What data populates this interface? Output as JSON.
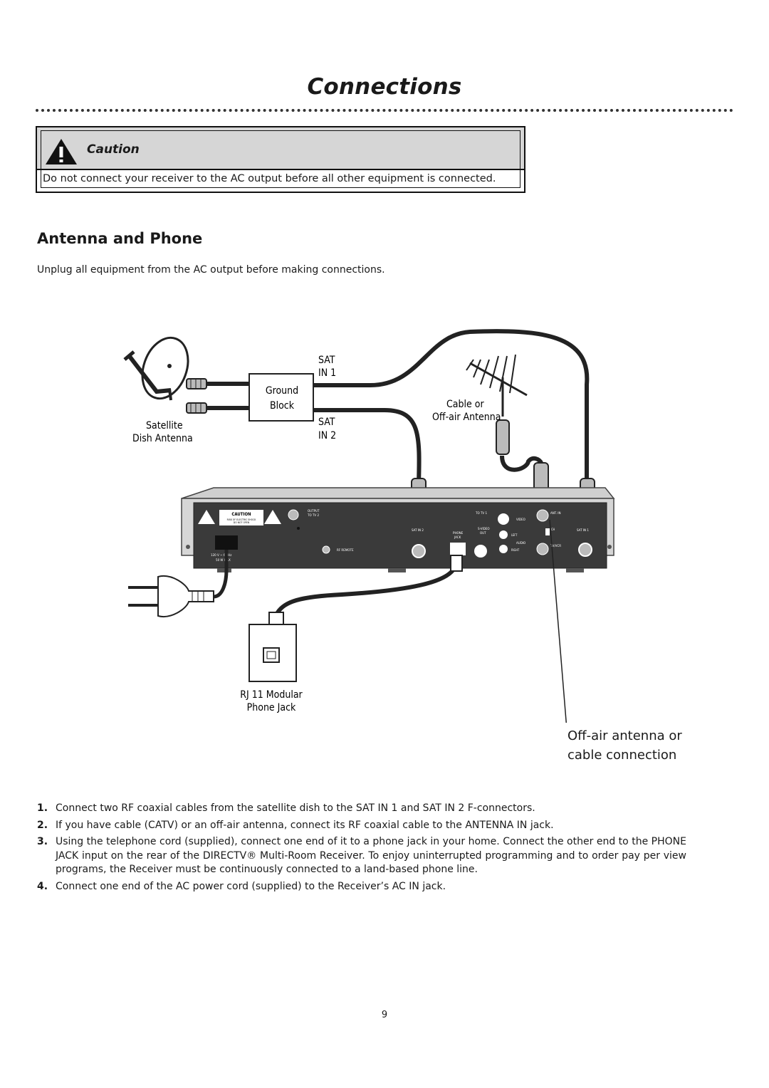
{
  "page": {
    "title": "Connections",
    "number": "9"
  },
  "caution": {
    "label": "Caution",
    "text": "Do not connect your receiver to the AC output before all other equipment is connected.",
    "icon": "warning-triangle-icon"
  },
  "section": {
    "heading": "Antenna and Phone",
    "intro": "Unplug all equipment from the AC output before making connections."
  },
  "diagram": {
    "sat_in_1": "SAT",
    "sat_in_1b": "IN 1",
    "sat_in_2": "SAT",
    "sat_in_2b": "IN 2",
    "ground_block_1": "Ground",
    "ground_block_2": "Block",
    "dish_1": "Satellite",
    "dish_2": "Dish Antenna",
    "antenna_1": "Cable or",
    "antenna_2": "Off-air Antenna",
    "phonejack_1": "RJ 11 Modular",
    "phonejack_2": "Phone Jack",
    "panel": {
      "caution": "CAUTION",
      "caution_sub1": "RISK OF ELECTRIC SHOCK",
      "caution_sub2": "DO NOT OPEN",
      "output": "OUTPUT",
      "output_sub": "TO TV 2",
      "rf_remote": "RF REMOTE",
      "power_1": "120 V ~ 60 Hz",
      "power_2": "50 W MAX",
      "sat_in_2": "SAT IN 2",
      "phone_jack_1": "PHONE",
      "phone_jack_2": "JACK",
      "to_tv_1": "TO TV 1",
      "video": "VIDEO",
      "s_video_1": "S-VIDEO",
      "s_video_2": "OUT",
      "left": "LEFT",
      "audio": "AUDIO",
      "right": "RIGHT",
      "ant_in": "ANT. IN",
      "ch": "CH",
      "tv_vcr": "TV/VCR",
      "sat_in_1": "SAT IN 1"
    }
  },
  "callout": {
    "line1": "Off-air antenna or",
    "line2": "cable connection"
  },
  "steps": [
    {
      "num": "1.",
      "text": "Connect two RF coaxial cables from the satellite dish to the SAT IN 1 and SAT IN 2 F-connectors."
    },
    {
      "num": "2.",
      "text": "If you have cable (CATV) or an off-air antenna, connect its RF coaxial cable to the ANTENNA IN jack."
    },
    {
      "num": "3.",
      "text": "Using the telephone cord (supplied), connect one end of it to a phone jack in your home. Connect the other end to the PHONE JACK input on the rear of the DIRECTV® Multi-Room Receiver. To enjoy uninterrupted programming and to order pay per view programs,  the Receiver must be continuously connected to a land-based phone line."
    },
    {
      "num": "4.",
      "text": "Connect one end of the AC power cord (supplied) to the Receiver’s AC IN jack."
    }
  ]
}
